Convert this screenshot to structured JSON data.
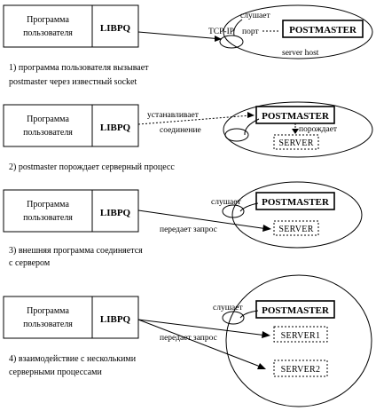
{
  "labels": {
    "client_program_line1": "Программа",
    "client_program_line2": "пользователя",
    "libpq": "LIBPQ",
    "postmaster": "POSTMASTER",
    "server": "SERVER",
    "server1": "SERVER1",
    "server2": "SERVER2"
  },
  "panel1": {
    "listens": "слушает",
    "tcp_ip": "TCP-IP",
    "port": "порт",
    "server_host": "server host",
    "caption_line1": "1) программа пользователя вызывает",
    "caption_line2": "postmaster через известный  socket"
  },
  "panel2": {
    "establishes_line1": "устанавливает",
    "establishes_line2": "соединение",
    "spawns": "порождает",
    "caption": "2) postmaster порождает серверный процесс"
  },
  "panel3": {
    "listens": "слушает",
    "sends_request": "передает  запрос",
    "caption_line1": "3) внешняя программа  соединяется",
    "caption_line2": "с сервером"
  },
  "panel4": {
    "listens": "слушает",
    "sends_request": "передает  запрос",
    "caption_line1": "4) взаимодействие с несколькими",
    "caption_line2": "серверными процессами"
  }
}
